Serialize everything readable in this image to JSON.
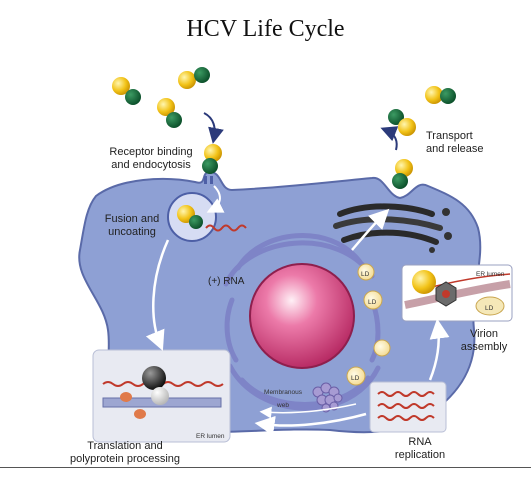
{
  "title": "HCV Life Cycle",
  "labels": {
    "receptor_binding": [
      "Receptor binding",
      "and endocytosis"
    ],
    "fusion_uncoating": [
      "Fusion and",
      "uncoating"
    ],
    "plus_rna": "(+) RNA",
    "transport_release": [
      "Transport",
      "and release"
    ],
    "translation": [
      "Translation and",
      "polyprotein processing"
    ],
    "rna_replication": [
      "RNA",
      "replication"
    ],
    "virion_assembly": [
      "Virion",
      "assembly"
    ],
    "membranous_web": [
      "Membranous",
      "web"
    ],
    "er_lumen_left": "ER lumen",
    "er_lumen_right": "ER lumen",
    "ld_labels": [
      "LD",
      "LD",
      "LD",
      "LD"
    ]
  },
  "colors": {
    "cell": "#8ea0d4",
    "cell_edge": "#5a6aa8",
    "virus_core": "#f2c318",
    "virus_envelope": "#0f6b3a",
    "nucleus": "#e0508a",
    "rna": "#c0392b",
    "golgi": "#7e84c7"
  }
}
